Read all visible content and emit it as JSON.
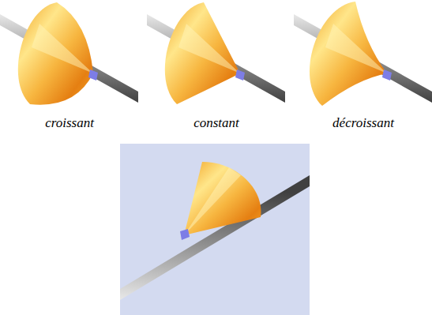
{
  "diagram": {
    "labels": [
      "croissant",
      "constant",
      "décroissant"
    ]
  }
}
